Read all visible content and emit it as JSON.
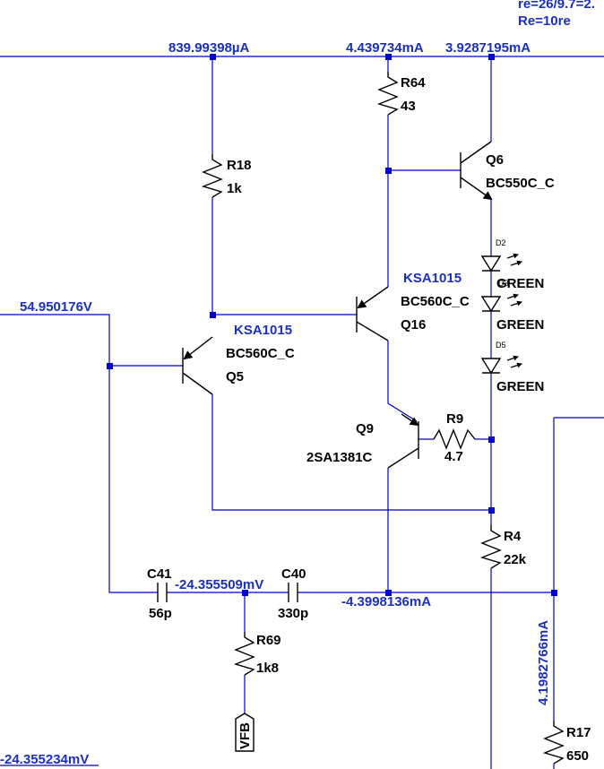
{
  "annotations": {
    "re_calc": "re=26/9.7=2.",
    "re_value": "Re=10re"
  },
  "node_labels": {
    "i_r18": "839.99398µA",
    "i_r64": "4.439734mA",
    "i_q6": "3.9287195mA",
    "v_input": "54.950176V",
    "v_mid": "-24.355509mV",
    "i_c40": "-4.3998136mA",
    "i_r17": "4.1982766mA",
    "v_bottom": "-24.355234mV"
  },
  "components": {
    "r64": {
      "ref": "R64",
      "value": "43"
    },
    "r18": {
      "ref": "R18",
      "value": "1k"
    },
    "q6": {
      "ref": "Q6",
      "model": "BC550C_C"
    },
    "q5": {
      "ref": "Q5",
      "alt": "KSA1015",
      "model": "BC560C_C"
    },
    "q16": {
      "ref": "Q16",
      "alt": "KSA1015",
      "model": "BC560C_C"
    },
    "q9": {
      "ref": "Q9",
      "model": "2SA1381C"
    },
    "r9": {
      "ref": "R9",
      "value": "4.7"
    },
    "r4": {
      "ref": "R4",
      "value": "22k"
    },
    "c41": {
      "ref": "C41",
      "value": "56p"
    },
    "c40": {
      "ref": "C40",
      "value": "330p"
    },
    "r69": {
      "ref": "R69",
      "value": "1k8"
    },
    "r17": {
      "ref": "R17",
      "value": "650"
    },
    "d2": {
      "ref": "D2",
      "value": "GREEN"
    },
    "d3": {
      "ref": "D3",
      "value": "GREEN"
    },
    "d5": {
      "ref": "D5",
      "value": "GREEN"
    }
  },
  "net_labels": {
    "vfb": "VFB"
  },
  "colors": {
    "wire": "#0000cc",
    "component": "#000000",
    "net_label_text": "#1a2fc4"
  }
}
